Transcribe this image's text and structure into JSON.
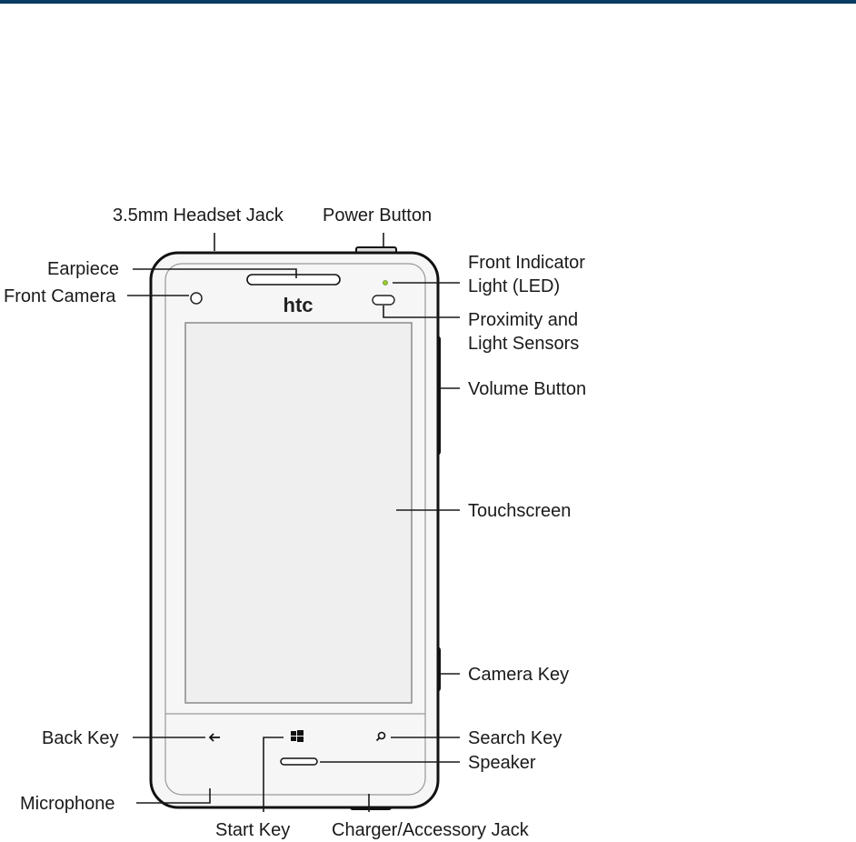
{
  "diagram": {
    "top_bar_color": "#0b3a63",
    "brand_logo": "htc",
    "labels": {
      "headset_jack": "3.5mm Headset Jack",
      "power_button": "Power Button",
      "earpiece": "Earpiece",
      "front_camera": "Front Camera",
      "indicator_line1": "Front Indicator",
      "indicator_line2": "Light (LED)",
      "proximity_line1": "Proximity and",
      "proximity_line2": "Light Sensors",
      "volume_button": "Volume Button",
      "touchscreen": "Touchscreen",
      "camera_key": "Camera Key",
      "back_key": "Back Key",
      "search_key": "Search Key",
      "speaker": "Speaker",
      "microphone": "Microphone",
      "start_key": "Start Key",
      "charger_jack": "Charger/Accessory Jack"
    },
    "icons": {
      "back": "←",
      "search": "⌕"
    },
    "colors": {
      "led": "#9acd32",
      "phone_body": "#f6f6f6",
      "screen": "#efefef",
      "outline": "#111111"
    }
  }
}
